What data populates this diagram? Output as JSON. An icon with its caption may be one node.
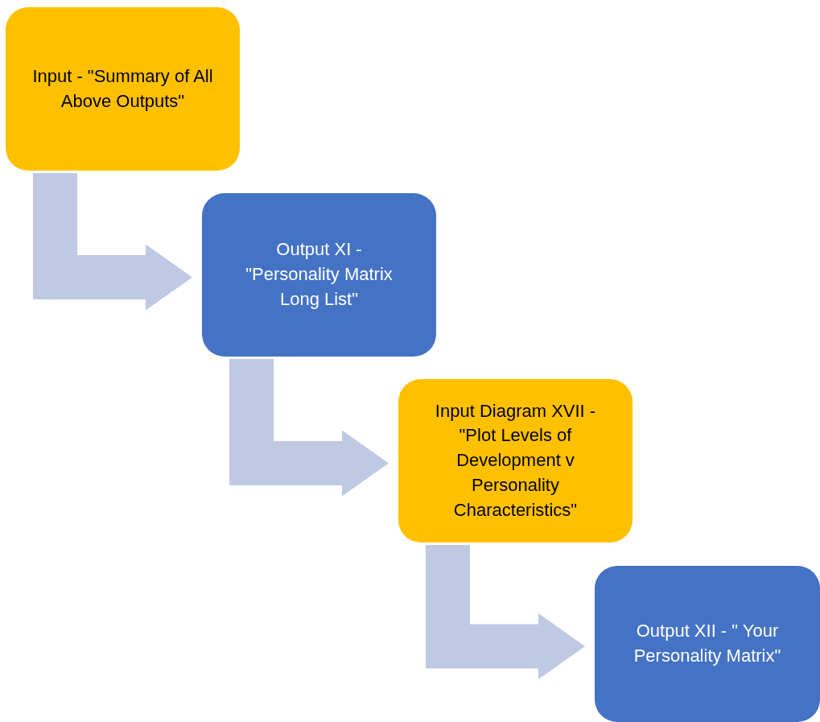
{
  "diagram": {
    "nodes": [
      {
        "text": [
          "Input - \"Summary of All Above Outputs\""
        ]
      },
      {
        "text": [
          "Output XI - \"Personality Matrix Long List\""
        ]
      },
      {
        "text": [
          "Input Diagram XVII - \"Plot Levels of Development v Personality Characteristics\""
        ]
      },
      {
        "text": [
          "Output XII - \" Your Personality Matrix\""
        ]
      }
    ],
    "edges": [
      {
        "from": 0,
        "to": 1,
        "arrow": "to"
      },
      {
        "from": 1,
        "to": 2,
        "arrow": "to"
      },
      {
        "from": 2,
        "to": 3,
        "arrow": "to"
      }
    ]
  }
}
